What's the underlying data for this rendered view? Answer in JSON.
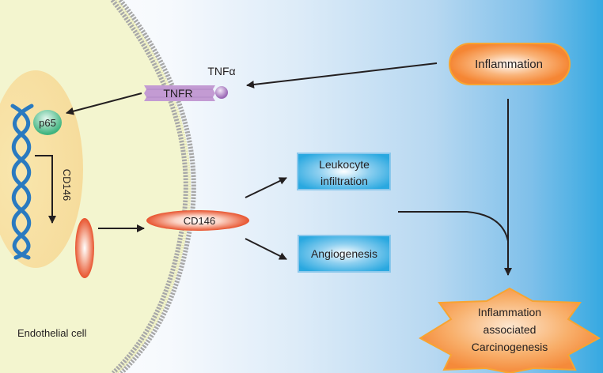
{
  "diagram": {
    "cell_label": "Endothelial cell",
    "ligand_label": "TNFα",
    "receptor_label": "TNFR",
    "transcription_factor_label": "p65",
    "gene_label": "CD146",
    "membrane_protein_label": "CD146",
    "trigger_label": "Inflammation",
    "effects": [
      {
        "lines": [
          "Leukocyte",
          "infiltration"
        ]
      },
      {
        "lines": [
          "Angiogenesis"
        ]
      }
    ],
    "outcome_lines": [
      "Inflammation",
      "associated",
      "Carcinogenesis"
    ],
    "colors": {
      "cell": "#f3f5cf",
      "nucleus": "#f8e3a6",
      "dna": "#2a7ac0",
      "receptor": "#c39bd3",
      "p65": "#4fbf8b",
      "cd146": "#e8542f",
      "inflammation": "#f58634",
      "effect_box": "#29a8e0",
      "outcome": "#f69c4d"
    }
  }
}
